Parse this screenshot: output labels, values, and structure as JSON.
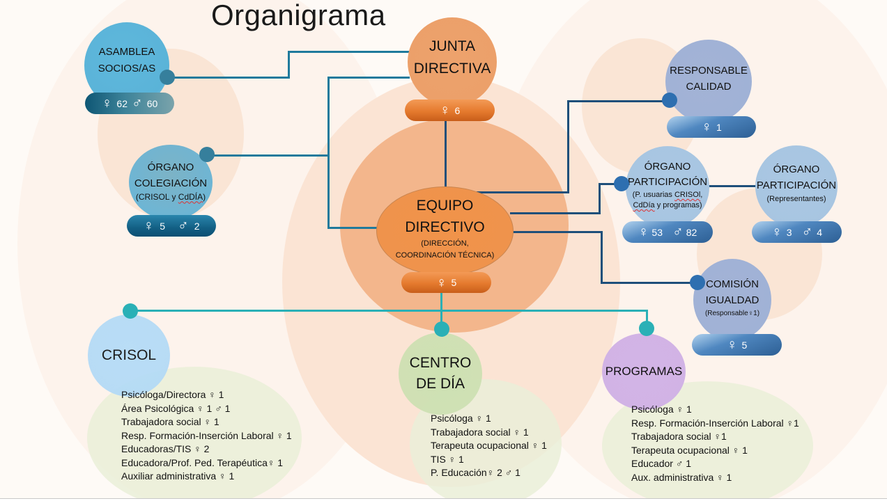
{
  "title": "Organigrama",
  "symbols": {
    "female": "♀",
    "male": "♂"
  },
  "colors": {
    "orange_node": "#eda26c",
    "orange_pill": "#e57a2e",
    "blue_left": "#64b7d9",
    "blue_left_pill": "#1e6a8c",
    "blue_right": "#a4b5d6",
    "blue_right_pill": "#3e76b0",
    "teal_connector": "#2ab0b6",
    "crisol": "#b8dcf6",
    "centro_dia": "#cfe0b4",
    "programas": "#d3b5e6",
    "list_bg": "#edf0e0"
  },
  "nodes": {
    "asamblea": {
      "line1": "ASAMBLEA",
      "line2": "SOCIOS/AS",
      "female": "62",
      "male": "60"
    },
    "organo_colegiacion": {
      "line1": "ÓRGANO",
      "line2": "COLEGIACIÓN",
      "sub_a": "(CRISOL y ",
      "sub_b": "CdDÍA",
      "sub_c": ")",
      "female": "5",
      "male": "2"
    },
    "junta_directiva": {
      "line1": "JUNTA",
      "line2": "DIRECTIVA",
      "female": "6"
    },
    "equipo_directivo": {
      "line1": "EQUIPO",
      "line2": "DIRECTIVO",
      "sub1": "(DIRECCIÓN,",
      "sub2": "COORDINACIÓN TÉCNICA)",
      "female": "5"
    },
    "responsable_calidad": {
      "line1": "RESPONSABLE",
      "line2": "CALIDAD",
      "female": "1"
    },
    "organo_participacion_usuarias": {
      "line1": "ÓRGANO",
      "line2": "PARTICIPACIÓN",
      "sub1_a": "(P. usuarias ",
      "sub1_b": "CRISOl",
      "sub1_c": ",",
      "sub2_a": "CdDía",
      "sub2_b": " y programas)",
      "female": "53",
      "male": "82"
    },
    "organo_participacion_representantes": {
      "line1": "ÓRGANO",
      "line2": "PARTICIPACIÓN",
      "sub": "(Representantes)",
      "female": "3",
      "male": "4"
    },
    "comision_igualdad": {
      "line1": "COMISIÓN",
      "line2": "IGUALDAD",
      "sub": "(Responsable♀1)",
      "female": "5"
    },
    "crisol": {
      "label": "CRISOL"
    },
    "centro_dia": {
      "line1": "CENTRO",
      "line2": "DE DÍA"
    },
    "programas": {
      "label": "PROGRAMAS"
    }
  },
  "staff": {
    "crisol": [
      "Psicóloga/Directora ♀ 1",
      "Área Psicológica ♀ 1   ♂ 1",
      "Trabajadora social ♀ 1",
      "Resp. Formación-Inserción Laboral ♀ 1",
      "Educadoras/TIS ♀ 2",
      "Educadora/Prof. Ped. Terapéutica♀ 1",
      "Auxiliar administrativa ♀ 1"
    ],
    "centro_dia": [
      "Psicóloga ♀ 1",
      "Trabajadora social ♀ 1",
      "Terapeuta ocupacional ♀ 1",
      "TIS  ♀ 1",
      "P. Educación♀ 2 ♂ 1"
    ],
    "programas": [
      "Psicóloga  ♀ 1",
      "Resp. Formación-Inserción Laboral ♀1",
      "Trabajadora social  ♀1",
      "Terapeuta ocupacional ♀ 1",
      "Educador ♂ 1",
      "Aux. administrativa  ♀ 1"
    ]
  }
}
